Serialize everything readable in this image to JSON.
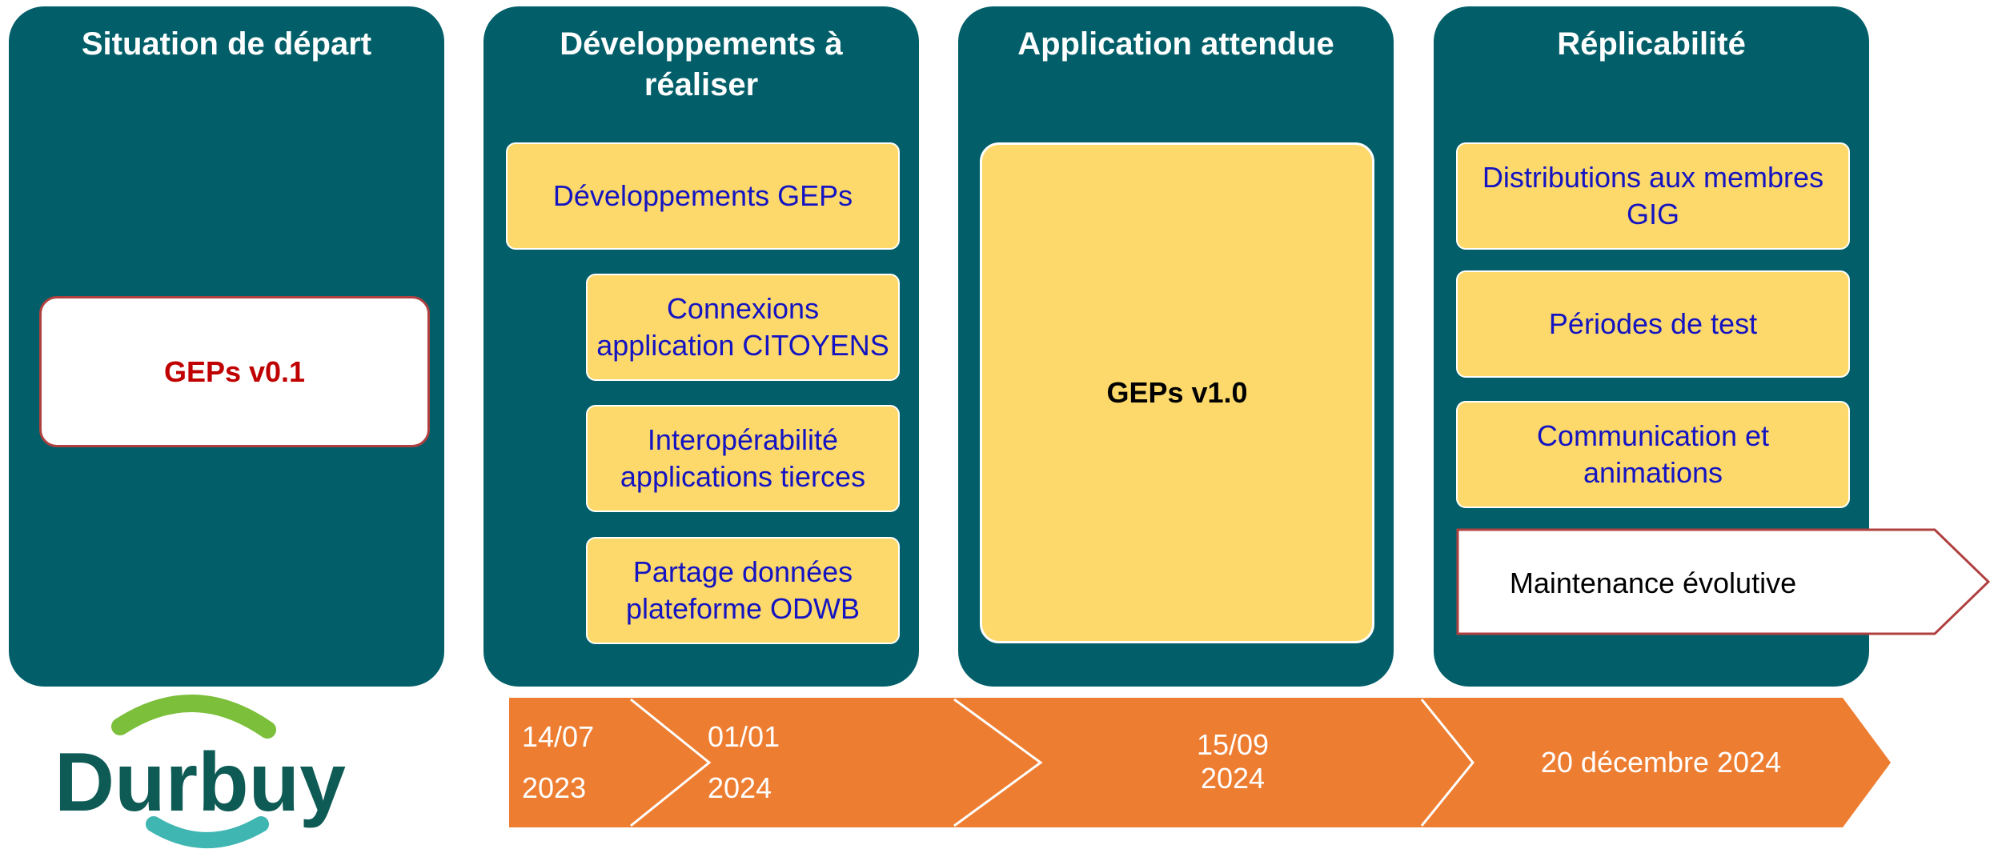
{
  "columns": [
    {
      "title": "Situation de départ"
    },
    {
      "title": "Développements à réaliser"
    },
    {
      "title": "Application attendue"
    },
    {
      "title": "Réplicabilité"
    }
  ],
  "start_box": "GEPs v0.1",
  "developments": [
    "Développements GEPs",
    "Connexions application CITOYENS",
    "Interopérabilité applications tierces",
    "Partage données plateforme ODWB"
  ],
  "expected_box": "GEPs v1.0",
  "replicability": [
    "Distributions aux membres GIG",
    "Périodes de test",
    "Communication et animations"
  ],
  "maintenance": "Maintenance évolutive",
  "timeline": {
    "d1_day": "14/07",
    "d1_year": "2023",
    "d2_day": "01/01",
    "d2_year": "2024",
    "d3_day": "15/09",
    "d3_year": "2024",
    "d4": "20 décembre 2024"
  },
  "logo": {
    "text": "Durbuy"
  },
  "colors": {
    "panel": "#025F69",
    "box": "#FCD96A",
    "timeline": "#ED7D31",
    "box_text": "#1414C2",
    "start_text": "#C00000"
  }
}
